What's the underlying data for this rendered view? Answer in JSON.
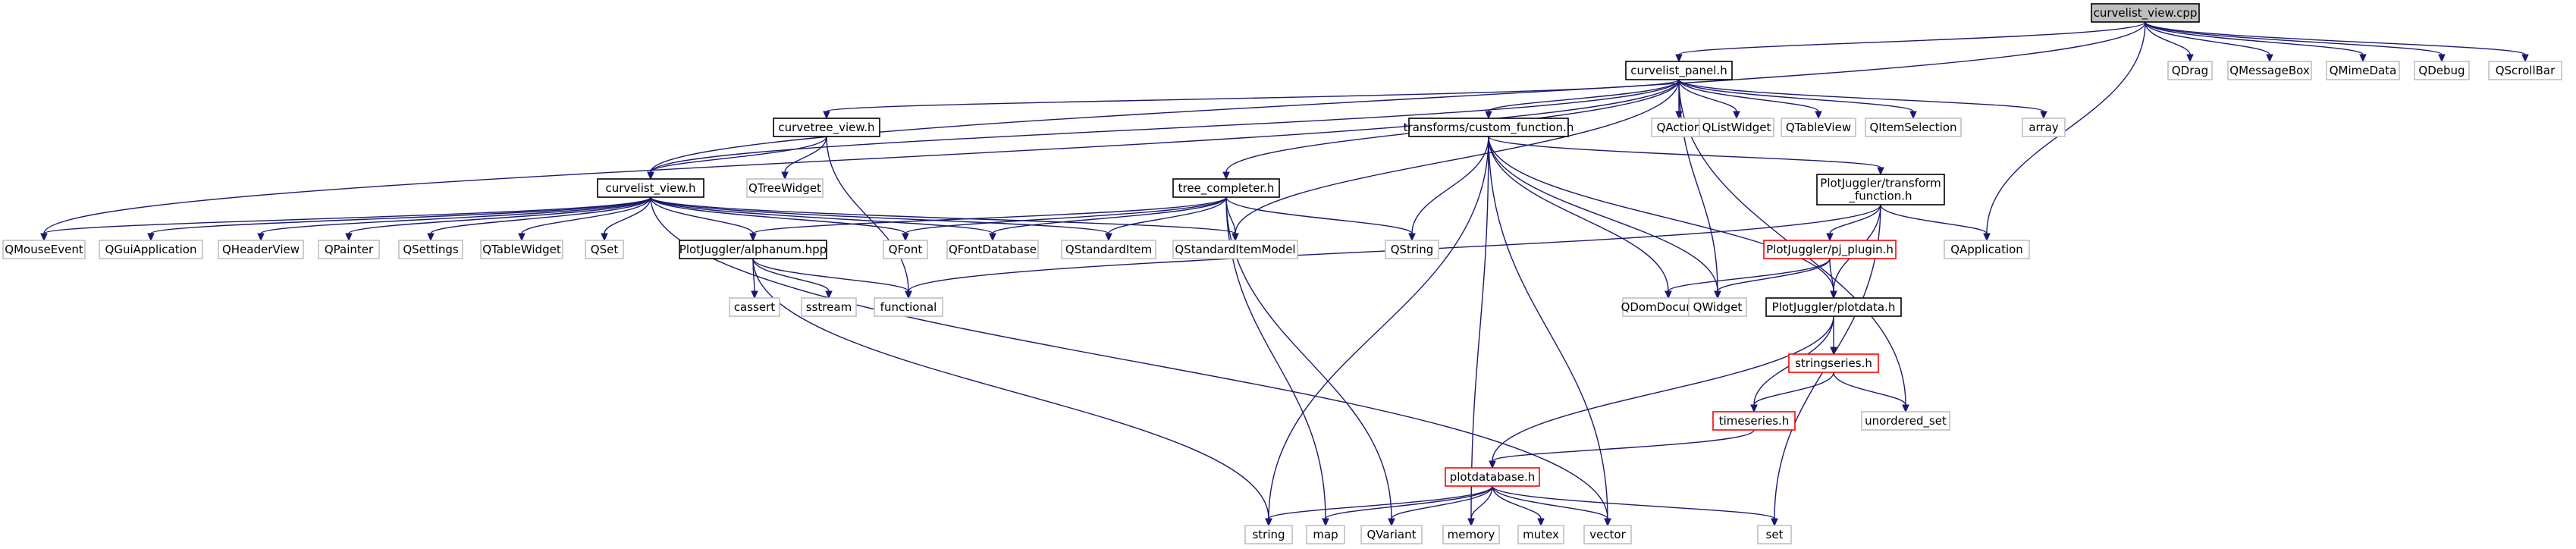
{
  "colors": {
    "edge": "#191970",
    "root_fill": "#bfbfbf",
    "main_border": "#000000",
    "external_border": "#bfbfbf",
    "incomplete_border": "#ff0000"
  },
  "nodes": {
    "curvelist_view_cpp": "curvelist_view.cpp",
    "curvelist_panel_h": "curvelist_panel.h",
    "QDrag": "QDrag",
    "QMessageBox": "QMessageBox",
    "QMimeData": "QMimeData",
    "QDebug": "QDebug",
    "QScrollBar": "QScrollBar",
    "curvetree_view_h": "curvetree_view.h",
    "transforms_custom_function_h": "transforms/custom_function.h",
    "QAction": "QAction",
    "QListWidget": "QListWidget",
    "QTableView": "QTableView",
    "QItemSelection": "QItemSelection",
    "array": "array",
    "QTreeWidget": "QTreeWidget",
    "curvelist_view_h": "curvelist_view.h",
    "tree_completer_h": "tree_completer.h",
    "transform_function_h_line1": "PlotJuggler/transform",
    "transform_function_h_line2": "_function.h",
    "QMouseEvent": "QMouseEvent",
    "QGuiApplication": "QGuiApplication",
    "QHeaderView": "QHeaderView",
    "QPainter": "QPainter",
    "QSettings": "QSettings",
    "QTableWidget": "QTableWidget",
    "QSet": "QSet",
    "alphanum_hpp": "PlotJuggler/alphanum.hpp",
    "QFont": "QFont",
    "QFontDatabase": "QFontDatabase",
    "QStandardItem": "QStandardItem",
    "QStandardItemModel": "QStandardItemModel",
    "QString": "QString",
    "pj_plugin_h": "PlotJuggler/pj_plugin.h",
    "QApplication": "QApplication",
    "cassert": "cassert",
    "sstream": "sstream",
    "functional": "functional",
    "QDomDocument": "QDomDocument",
    "QWidget": "QWidget",
    "plotdata_h": "PlotJuggler/plotdata.h",
    "stringseries_h": "stringseries.h",
    "unordered_set": "unordered_set",
    "timeseries_h": "timeseries.h",
    "plotdatabase_h": "plotdatabase.h",
    "string": "string",
    "map": "map",
    "QVariant": "QVariant",
    "memory": "memory",
    "mutex": "mutex",
    "vector": "vector",
    "set": "set"
  }
}
